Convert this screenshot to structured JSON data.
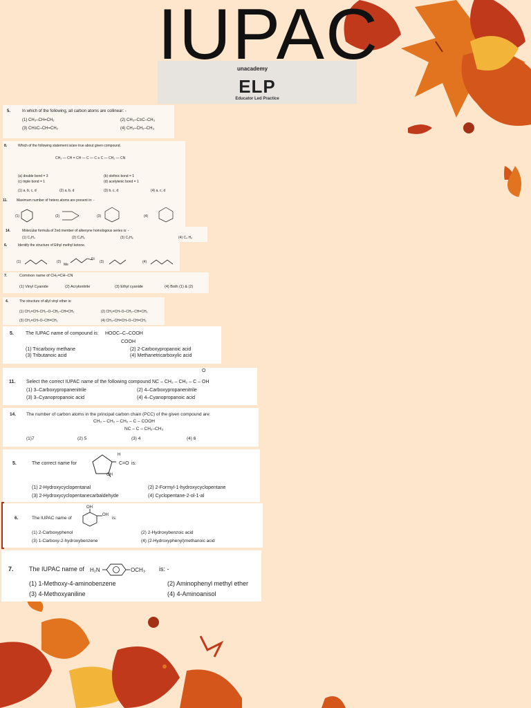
{
  "title": "IUPAC",
  "brand": {
    "logo": "unacademy",
    "name": "ELP",
    "tagline": "Educator Led Practice"
  },
  "q1": {
    "num": "5.",
    "text": "In which of the following, all carbon atoms are collinear: -",
    "o1": "(1) CH₃–CH=CH₂",
    "o2": "(2) CH₃–C≡C–CH₃",
    "o3": "(3) CH≡C–CH=CH₂",
    "o4": "(4) CH₃–CH₂–CH₃"
  },
  "q2": {
    "num": "8.",
    "text": "Which of the following statement is/are true about given compound.",
    "formula": "CH₃ — CH = CH — C — C ≡ C — CH₂ — CN",
    "sa": "(a) double bond = 3",
    "sb": "(b) olefinic bond = 1",
    "sc": "(c) triple bond = 1",
    "sd": "(d) acetylenic bond = 1",
    "o1": "(1) a, b, c, d",
    "o2": "(2) a, b, d",
    "o3": "(3) b, c, d",
    "o4": "(4) a, c, d"
  },
  "q3": {
    "num": "11.",
    "text": "Maximum number of hetero atoms are present in: -",
    "o1": "(1)",
    "o2": "(2)",
    "o3": "(3)",
    "o4": "(4)"
  },
  "q4": {
    "num": "14.",
    "text": "Molecular formula of 2nd member of alkenyne homologous series is: -",
    "o1": "(1) C₃H₄",
    "o2": "(2) C₄H₆",
    "o3": "(3) C₅H₆",
    "o4": "(4) C₄ H₄"
  },
  "q5": {
    "num": "6.",
    "text": "Identify the structure of Ethyl methyl ketone.",
    "o1": "(1)",
    "o2": "(2)",
    "o3": "(3)",
    "o4": "(4)",
    "me": "Me",
    "et": "Et"
  },
  "q6": {
    "num": "7.",
    "text": "Common name of CH₂=CH–CN",
    "o1": "(1) Vinyl Cyanide",
    "o2": "(2) Acrylonitrile",
    "o3": "(3) Ethyl cyanide",
    "o4": "(4) Both (1) & (2)"
  },
  "q7": {
    "num": "4.",
    "text": "The structure of allyl vinyl ether is:",
    "o1": "(1) CH₂=CH–CH₂–O–CH₂–CH=CH₂",
    "o2": "(2) CH₂=CH–O–CH₂–CH=CH₂",
    "o3": "(3) CH₂=CH–O–CH=CH₂",
    "o4": "(4) CH₃–CH=CH–O–CH=CH₂"
  },
  "q8": {
    "num": "5.",
    "text": "The IUPAC name of compound is:",
    "formula": "HOOC–C–COOH",
    "sub": "COOH",
    "o1": "(1) Tricarboxy methane",
    "o2": "(2) 2-Carboxypropanoic acid",
    "o3": "(3) Tributanoic acid",
    "o4": "(4) Methanetricarboxylic acid"
  },
  "q9": {
    "num": "11.",
    "text": "Select the correct IUPAC name of the following compound NC – CH₂ – CH₂ – C – OH",
    "o1": "(1) 3–Carboxypropanenitrile",
    "o2": "(2) 4–Carboxypropanenitrile",
    "o3": "(3) 3–Cyanopropanoic acid",
    "o4": "(4) 4–Cyanopropanoic acid"
  },
  "q10": {
    "num": "14.",
    "text": "The number of carbon atoms in the principal carbon chain (PCC) of the given compound are:",
    "f1": "CH₃ – CH₂ – CH₂ – C – COOH",
    "f2": "NC – C – CH₂–CH₃",
    "o1": "(1)7",
    "o2": "(2) 5",
    "o3": "(3) 4",
    "o4": "(4) 6"
  },
  "q11": {
    "num": "5.",
    "text": "The correct name for",
    "is": "is:",
    "h": "H",
    "cho": "C=O",
    "oh": "OH",
    "o1": "(1) 2-Hydroxycyclopentanal",
    "o2": "(2) 2-Formyl-1-hydroxycyclopentane",
    "o3": "(3) 2-Hydroxycyclopentanecarbaldehyde",
    "o4": "(4) Cyclopentane-2-ol-1-al"
  },
  "q12": {
    "num": "6.",
    "text": "The IUPAC name of",
    "is": "is:",
    "oh1": "OH",
    "oh2": "OH",
    "o1": "(1) 2-Carboxyphenol",
    "o2": "(2) 2-Hydroxybenzoic acid",
    "o3": "(3) 1-Carboxy-2-hydroxybenzene",
    "o4": "(4) (2-Hydroxyphenyl)methanoic acid"
  },
  "q13": {
    "num": "7.",
    "text": "The IUPAC name of",
    "is": "is: -",
    "left": "H₂N",
    "right": "OCH₃",
    "o1": "(1) 1-Methoxy-4-aminobenzene",
    "o2": "(2) Aminophenyl methyl ether",
    "o3": "(3) 4-Methoxyaniline",
    "o4": "(4) 4-Aminoanisol"
  },
  "colors": {
    "background": "#fde6cc",
    "leaf_red": "#c0391b",
    "leaf_orange": "#e2741f",
    "leaf_yellow": "#f2b53a"
  }
}
